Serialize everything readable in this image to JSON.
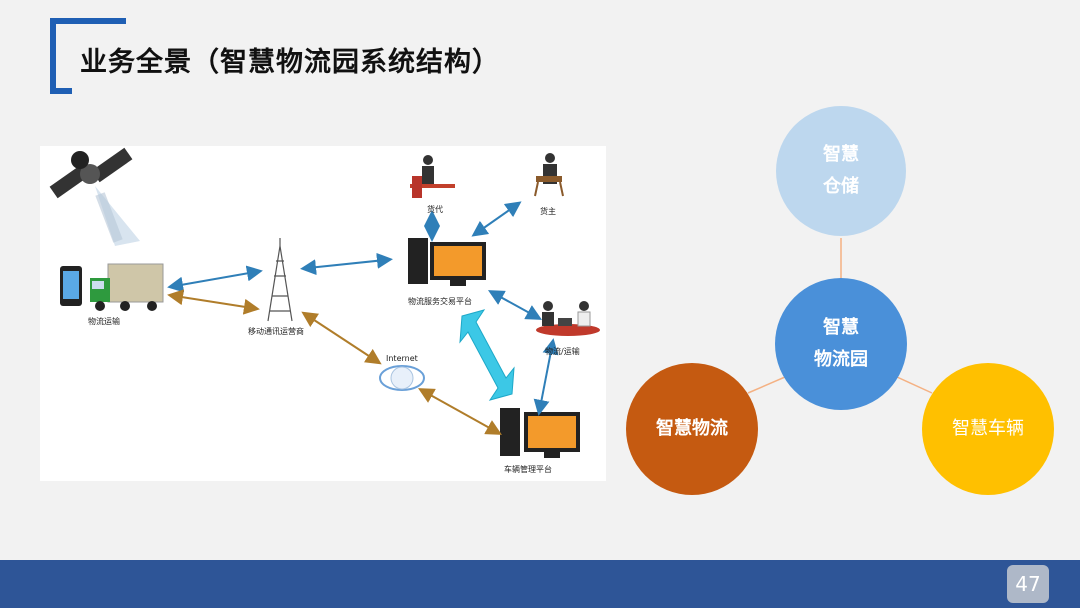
{
  "slide": {
    "title": "业务全景（智慧物流园系统结构）",
    "page_number": "47"
  },
  "diagram": {
    "labels": {
      "truck": "物流运输",
      "tower": "移动通讯运营商",
      "internet": "Internet",
      "forwarder": "货代",
      "shipper": "货主",
      "platform": "物流服务交易平台",
      "logistics": "物流/运输",
      "vehicle": "车辆管理平台"
    }
  },
  "circles": {
    "storage_line1": "智慧",
    "storage_line2": "仓储",
    "park_line1": "智慧",
    "park_line2": "物流园",
    "logistics": "智慧物流",
    "vehicles": "智慧车辆"
  },
  "colors": {
    "accent": "#1f5fb4",
    "footer": "#2e5597",
    "storage": "#bdd7ee",
    "park": "#4a90d9",
    "logistics": "#c55a11",
    "vehicles": "#ffc000",
    "connector": "#f4b183"
  }
}
